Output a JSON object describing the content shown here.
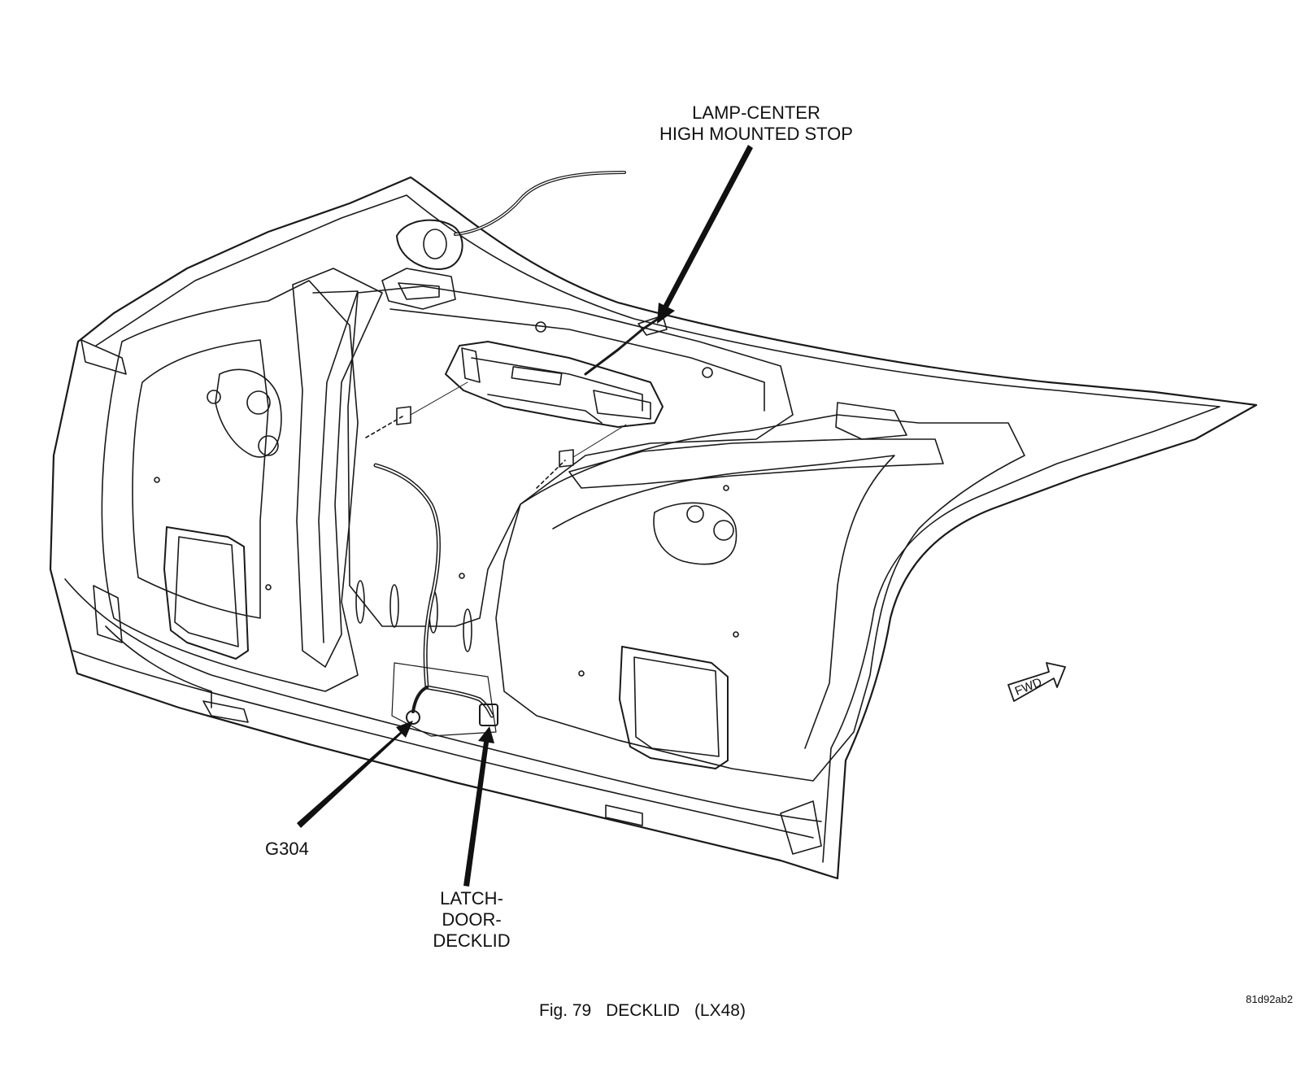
{
  "labels": {
    "lamp_line1": "LAMP-CENTER",
    "lamp_line2": "HIGH MOUNTED STOP",
    "ground": "G304",
    "latch_line1": "LATCH-",
    "latch_line2": "DOOR-",
    "latch_line3": "DECKLID",
    "direction": "FWD",
    "drawing_code": "81d92ab2"
  },
  "caption": {
    "figure": "Fig. 79",
    "title": "DECKLID",
    "model": "(LX48)"
  },
  "colors": {
    "line": "#1a1a1a",
    "background": "#ffffff"
  }
}
